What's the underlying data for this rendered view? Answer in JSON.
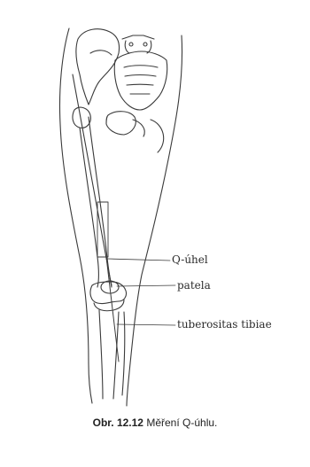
{
  "labels": {
    "q_angle": "Q-úhel",
    "patella": "patela",
    "tuberosity": "tuberositas tibiae"
  },
  "caption": {
    "number": "Obr. 12.12",
    "text": "Měření Q-úhlu."
  },
  "colors": {
    "ink": "#3a3a3a",
    "background": "#ffffff"
  }
}
